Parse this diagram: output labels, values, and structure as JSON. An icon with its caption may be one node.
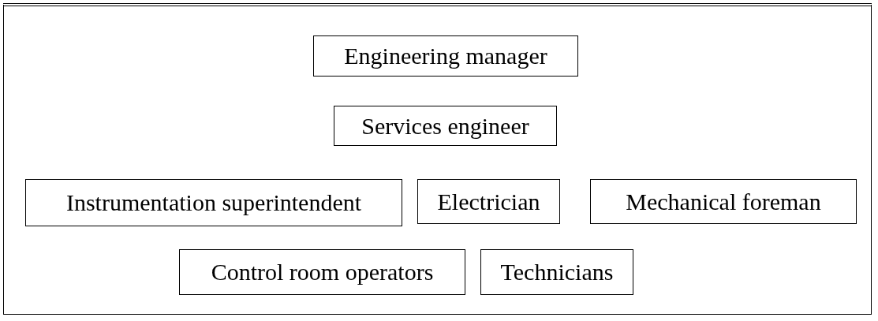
{
  "diagram": {
    "nodes": [
      {
        "text": [
          "Engineering manager"
        ]
      },
      {
        "text": [
          "Services engineer"
        ]
      },
      {
        "text": [
          "Instrumentation superintendent"
        ]
      },
      {
        "text": [
          "Electrician"
        ]
      },
      {
        "text": [
          "Mechanical foreman"
        ]
      },
      {
        "text": [
          "Control room operators"
        ]
      },
      {
        "text": [
          "Technicians"
        ]
      }
    ],
    "edges": []
  }
}
